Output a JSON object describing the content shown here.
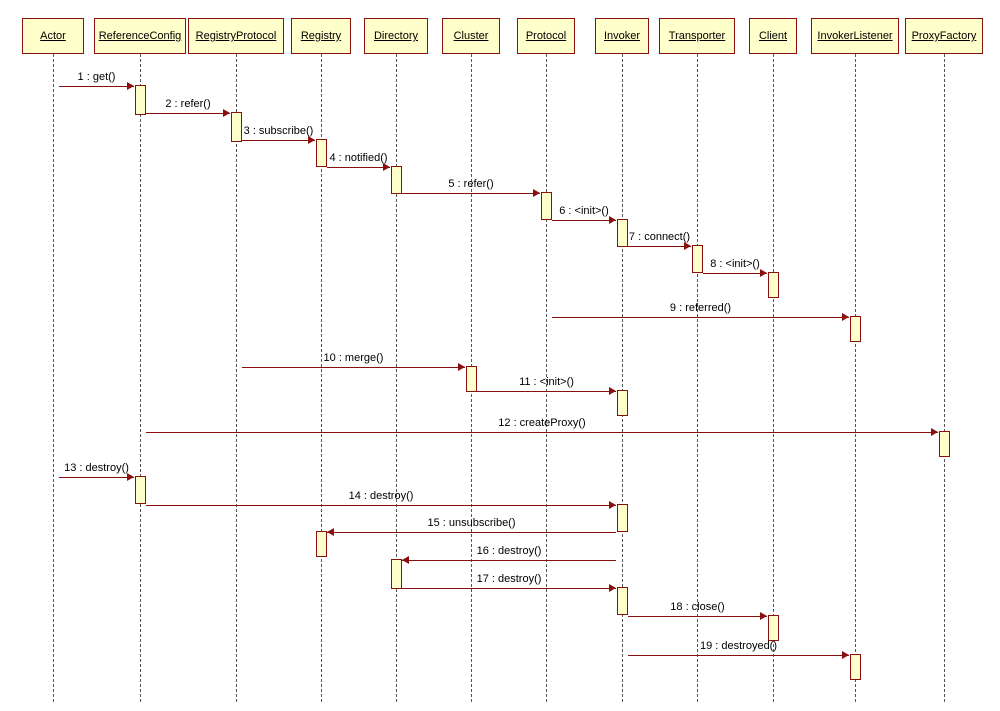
{
  "diagram_type": "uml-sequence-diagram",
  "colors": {
    "box_fill": "#ffffcc",
    "line": "#8a1010",
    "lifeline": "#555555",
    "text": "#000000",
    "background": "#ffffff"
  },
  "participants": [
    {
      "name": "Actor"
    },
    {
      "name": "ReferenceConfig"
    },
    {
      "name": "RegistryProtocol"
    },
    {
      "name": "Registry"
    },
    {
      "name": "Directory"
    },
    {
      "name": "Cluster"
    },
    {
      "name": "Protocol"
    },
    {
      "name": "Invoker"
    },
    {
      "name": "Transporter"
    },
    {
      "name": "Client"
    },
    {
      "name": "InvokerListener"
    },
    {
      "name": "ProxyFactory"
    }
  ],
  "messages": [
    {
      "label": "1 : get()",
      "from": "Actor",
      "to": "ReferenceConfig",
      "direction": "right"
    },
    {
      "label": "2 : refer()",
      "from": "ReferenceConfig",
      "to": "RegistryProtocol",
      "direction": "right"
    },
    {
      "label": "3 : subscribe()",
      "from": "RegistryProtocol",
      "to": "Registry",
      "direction": "right"
    },
    {
      "label": "4 : notified()",
      "from": "Registry",
      "to": "Directory",
      "direction": "right"
    },
    {
      "label": "5 : refer()",
      "from": "Directory",
      "to": "Protocol",
      "direction": "right"
    },
    {
      "label": "6 : <init>()",
      "from": "Protocol",
      "to": "Invoker",
      "direction": "right"
    },
    {
      "label": "7 : connect()",
      "from": "Invoker",
      "to": "Transporter",
      "direction": "right"
    },
    {
      "label": "8 : <init>()",
      "from": "Transporter",
      "to": "Client",
      "direction": "right"
    },
    {
      "label": "9 : referred()",
      "from": "Protocol",
      "to": "InvokerListener",
      "direction": "right"
    },
    {
      "label": "10 : merge()",
      "from": "RegistryProtocol",
      "to": "Cluster",
      "direction": "right"
    },
    {
      "label": "11 : <init>()",
      "from": "Cluster",
      "to": "Invoker",
      "direction": "right"
    },
    {
      "label": "12 : createProxy()",
      "from": "ReferenceConfig",
      "to": "ProxyFactory",
      "direction": "right"
    },
    {
      "label": "13 : destroy()",
      "from": "Actor",
      "to": "ReferenceConfig",
      "direction": "right"
    },
    {
      "label": "14 : destroy()",
      "from": "ReferenceConfig",
      "to": "Invoker",
      "direction": "right"
    },
    {
      "label": "15 : unsubscribe()",
      "from": "Invoker",
      "to": "Registry",
      "direction": "left"
    },
    {
      "label": "16 : destroy()",
      "from": "Invoker",
      "to": "Directory",
      "direction": "left"
    },
    {
      "label": "17 : destroy()",
      "from": "Directory",
      "to": "Invoker",
      "direction": "right"
    },
    {
      "label": "18 : close()",
      "from": "Invoker",
      "to": "Client",
      "direction": "right"
    },
    {
      "label": "19 : destroyed()",
      "from": "Invoker",
      "to": "InvokerListener",
      "direction": "right"
    }
  ]
}
